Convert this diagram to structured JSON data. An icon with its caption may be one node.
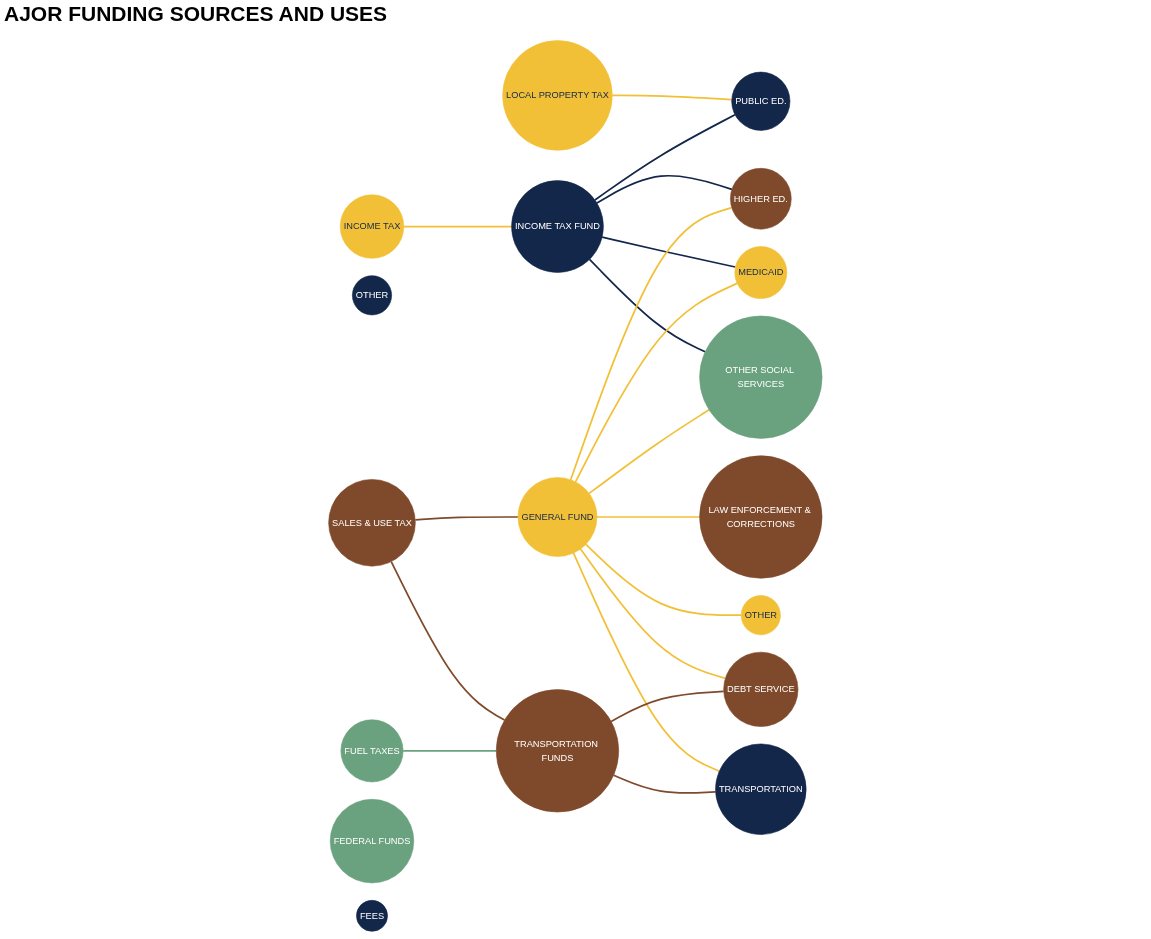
{
  "diagram": {
    "title": "AJOR FUNDING SOURCES AND USES",
    "nodes": [
      {
        "text": [
          "INCOME TAX"
        ]
      },
      {
        "text": [
          "LOCAL PROPERTY TAX"
        ]
      },
      {
        "text": [
          "OTHER"
        ]
      },
      {
        "text": [
          "SALES & USE TAX"
        ]
      },
      {
        "text": [
          "FUEL TAXES"
        ]
      },
      {
        "text": [
          "FEDERAL FUNDS"
        ]
      },
      {
        "text": [
          "FEES"
        ]
      },
      {
        "text": [
          "INCOME TAX FUND"
        ]
      },
      {
        "text": [
          "GENERAL FUND"
        ]
      },
      {
        "text": [
          "TRANSPORTATION FUNDS"
        ]
      },
      {
        "text": [
          "PUBLIC ED."
        ]
      },
      {
        "text": [
          "HIGHER ED."
        ]
      },
      {
        "text": [
          "MEDICAID"
        ]
      },
      {
        "text": [
          "OTHER SOCIAL SERVICES"
        ]
      },
      {
        "text": [
          "LAW ENFORCEMENT & CORRECTIONS"
        ]
      },
      {
        "text": [
          "OTHER"
        ]
      },
      {
        "text": [
          "DEBT SERVICE"
        ]
      },
      {
        "text": [
          "TRANSPORTATION"
        ]
      }
    ],
    "edges": [
      {
        "from": 0,
        "to": 7,
        "arrow": "none"
      },
      {
        "from": 1,
        "to": 10,
        "arrow": "none"
      },
      {
        "from": 7,
        "to": 10,
        "arrow": "none",
        "color": "#13274a"
      },
      {
        "from": 7,
        "to": 11,
        "arrow": "none",
        "color": "#13274a"
      },
      {
        "from": 7,
        "to": 12,
        "arrow": "none",
        "color": "#13274a"
      },
      {
        "from": 7,
        "to": 13,
        "arrow": "none",
        "color": "#13274a"
      },
      {
        "from": 3,
        "to": 8,
        "arrow": "none",
        "color": "#7f4a2b"
      },
      {
        "from": 3,
        "to": 9,
        "arrow": "none",
        "color": "#7f4a2b"
      },
      {
        "from": 4,
        "to": 9,
        "arrow": "none",
        "color": "#6aa17e"
      },
      {
        "from": 8,
        "to": 11,
        "arrow": "none"
      },
      {
        "from": 8,
        "to": 12,
        "arrow": "none"
      },
      {
        "from": 8,
        "to": 13,
        "arrow": "none"
      },
      {
        "from": 8,
        "to": 14,
        "arrow": "none"
      },
      {
        "from": 8,
        "to": 15,
        "arrow": "none"
      },
      {
        "from": 8,
        "to": 16,
        "arrow": "none"
      },
      {
        "from": 8,
        "to": 17,
        "arrow": "none"
      },
      {
        "from": 9,
        "to": 16,
        "arrow": "none",
        "color": "#7f4a2b"
      },
      {
        "from": 9,
        "to": 17,
        "arrow": "none",
        "color": "#7f4a2b"
      }
    ]
  }
}
